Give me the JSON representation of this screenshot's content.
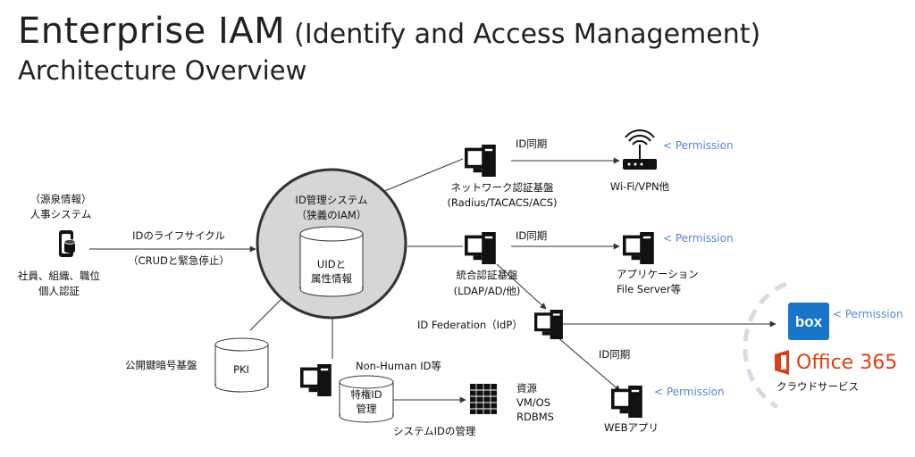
{
  "header": {
    "title": "Enterprise IAM",
    "title_paren": "(Identify and Access Management)",
    "subtitle": "Architecture Overview"
  },
  "nodes": {
    "hr_source": "（源泉情報）",
    "hr_system": "人事システム",
    "hr_attr1": "社員、組織、職位",
    "hr_attr2": "個人認証",
    "lifecycle1": "IDのライフサイクル",
    "lifecycle2": "（CRUDと緊急停止）",
    "idm1": "ID管理システム",
    "idm2": "（狭義のIAM）",
    "uid1": "UIDと",
    "uid2": "属性情報",
    "pki_caption": "公開鍵暗号基盤",
    "pki": "PKI",
    "nonhuman": "Non-Human ID等",
    "priv1": "特権ID",
    "priv2": "管理",
    "sysid": "システムIDの管理",
    "res1": "資源",
    "res2": "VM/OS",
    "res3": "RDBMS",
    "sync": "ID同期",
    "netauth1": "ネットワーク認証基盤",
    "netauth2": "(Radius/TACACS/ACS)",
    "wifi": "Wi-Fi/VPN他",
    "perm": "< Permission",
    "ldap1": "統合認証基盤",
    "ldap2": "(LDAP/AD/他)",
    "app1": "アプリケーション",
    "app2": "File Server等",
    "fed": "ID Federation（IdP）",
    "web": "WEBアプリ",
    "box": "box",
    "office": "Office 365",
    "cloud": "クラウドサービス"
  },
  "colors": {
    "idm_fill": "#d6d6d6",
    "box_brand": "#1a74c8",
    "office_brand": "#dc3e15",
    "permission_text": "#5b86c6",
    "cloud_dashed": "#d6dbe6"
  },
  "icons": [
    "server-icon",
    "database-icon",
    "router-icon",
    "computer-icon",
    "rack-server-icon",
    "office-logo-icon",
    "box-logo-icon"
  ]
}
